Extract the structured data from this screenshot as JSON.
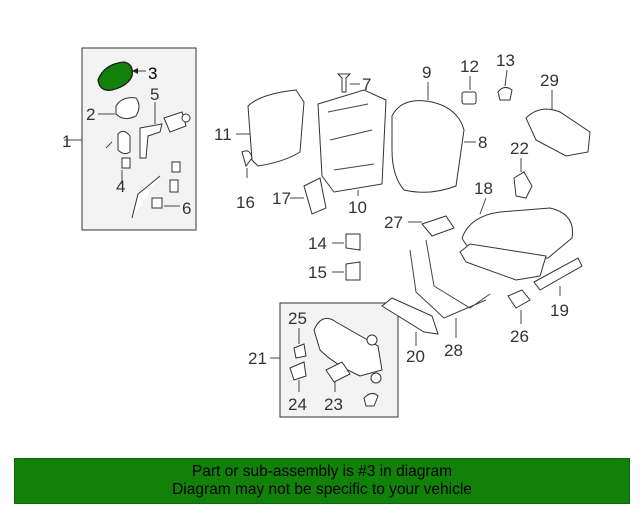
{
  "highlight_color": "#118109",
  "highlighted_part": "3",
  "callouts": {
    "c1": "1",
    "c2": "2",
    "c3": "3",
    "c4": "4",
    "c5": "5",
    "c6": "6",
    "c7": "7",
    "c8": "8",
    "c9": "9",
    "c10": "10",
    "c11": "11",
    "c12": "12",
    "c13": "13",
    "c14": "14",
    "c15": "15",
    "c16": "16",
    "c17": "17",
    "c18": "18",
    "c19": "19",
    "c20": "20",
    "c21": "21",
    "c22": "22",
    "c23": "23",
    "c24": "24",
    "c25": "25",
    "c26": "26",
    "c27": "27",
    "c28": "28",
    "c29": "29"
  },
  "banner": {
    "line1": "Part or sub-assembly is #3 in diagram",
    "line2": "Diagram may not be specific to your vehicle"
  }
}
